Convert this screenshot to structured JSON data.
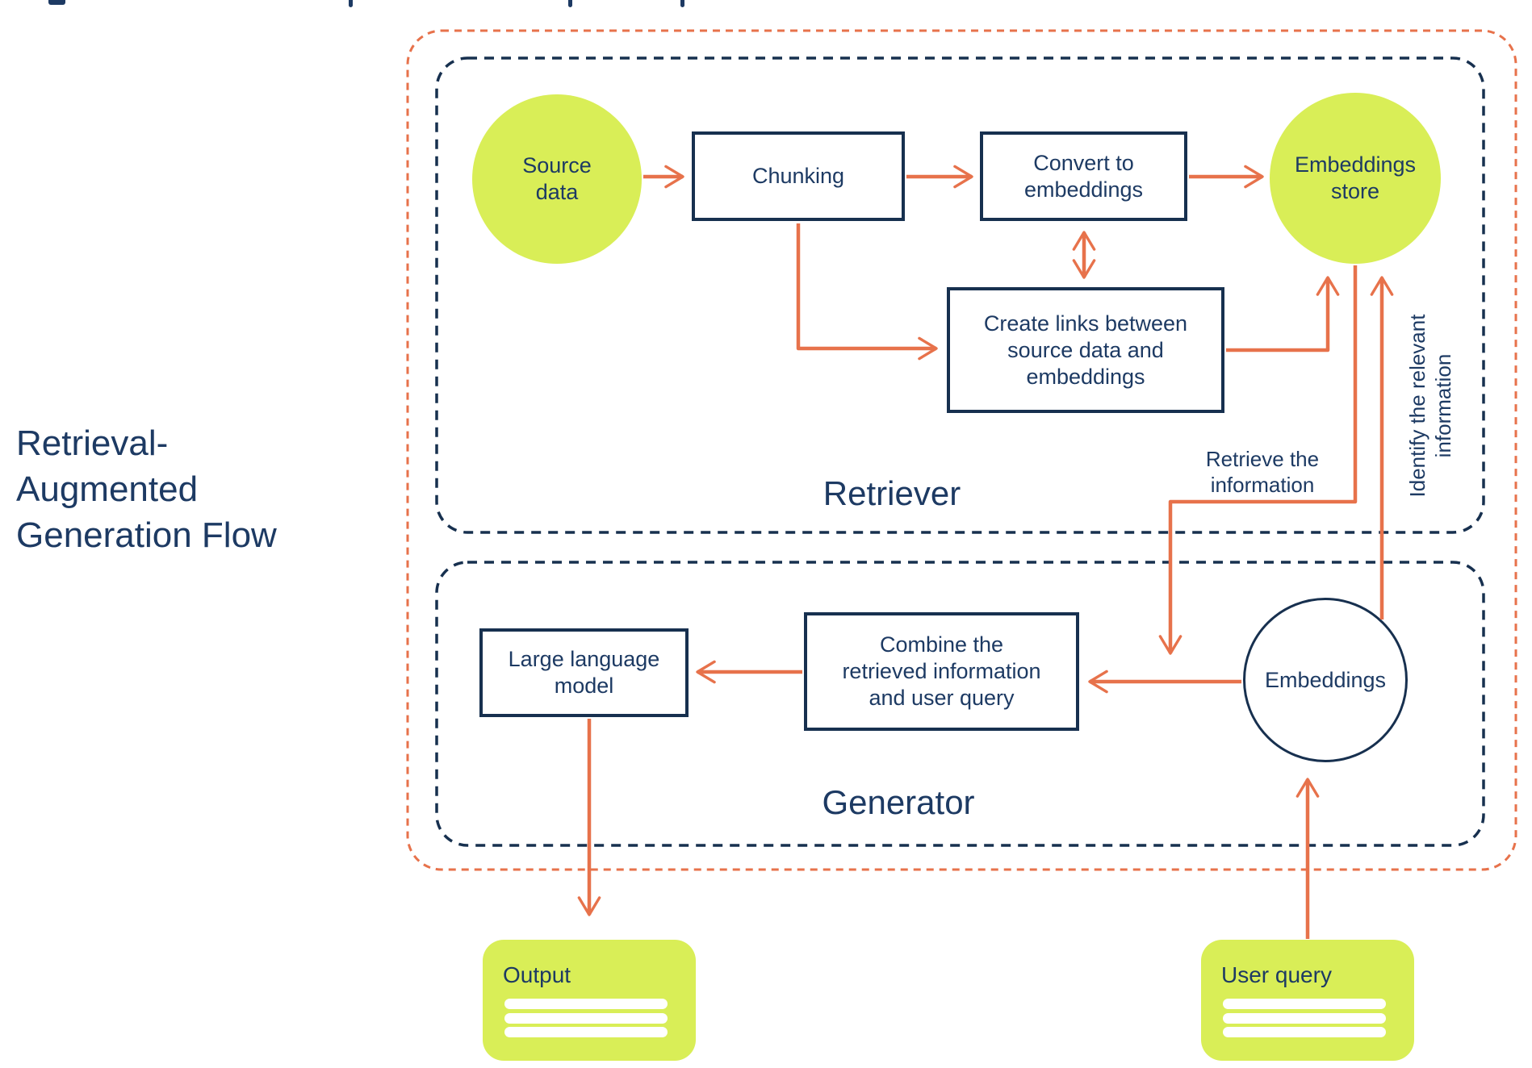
{
  "figure": {
    "title": "Retrieval-\nAugmented\nGeneration Flow"
  },
  "sections": {
    "retriever": {
      "label": "Retriever"
    },
    "generator": {
      "label": "Generator"
    }
  },
  "nodes": {
    "source_data": {
      "label": "Source\ndata",
      "shape": "circle",
      "fill": "green"
    },
    "chunking": {
      "label": "Chunking",
      "shape": "rect",
      "fill": "white"
    },
    "convert_to_embeddings": {
      "label": "Convert to\nembeddings",
      "shape": "rect",
      "fill": "white"
    },
    "embeddings_store": {
      "label": "Embeddings\nstore",
      "shape": "circle",
      "fill": "green"
    },
    "create_links": {
      "label": "Create links between\nsource data and\nembeddings",
      "shape": "rect",
      "fill": "white"
    },
    "large_language_model": {
      "label": "Large language\nmodel",
      "shape": "rect",
      "fill": "white"
    },
    "combine": {
      "label": "Combine the\nretrieved information\nand user query",
      "shape": "rect",
      "fill": "white"
    },
    "embeddings": {
      "label": "Embeddings",
      "shape": "circle",
      "fill": "white"
    },
    "output": {
      "label": "Output",
      "shape": "card",
      "fill": "green",
      "placeholder_lines": 3
    },
    "user_query": {
      "label": "User query",
      "shape": "card",
      "fill": "green",
      "placeholder_lines": 3
    }
  },
  "annotations": {
    "retrieve_the_information": {
      "label": "Retrieve the\ninformation"
    },
    "identify_the_relevant_information": {
      "label": "Identify the relevant\ninformation",
      "rotation_deg": -90
    }
  },
  "edges": [
    {
      "from": "source_data",
      "to": "chunking"
    },
    {
      "from": "chunking",
      "to": "convert_to_embeddings"
    },
    {
      "from": "convert_to_embeddings",
      "to": "embeddings_store"
    },
    {
      "from": "chunking",
      "to": "create_links"
    },
    {
      "from": "convert_to_embeddings",
      "to": "create_links",
      "bidirectional": true
    },
    {
      "from": "create_links",
      "to": "embeddings_store"
    },
    {
      "from": "embeddings_store",
      "to": "combine",
      "label": "Retrieve the information"
    },
    {
      "from": "embeddings",
      "to": "embeddings_store",
      "label": "Identify the relevant information"
    },
    {
      "from": "embeddings",
      "to": "combine"
    },
    {
      "from": "combine",
      "to": "large_language_model"
    },
    {
      "from": "large_language_model",
      "to": "output"
    },
    {
      "from": "user_query",
      "to": "embeddings"
    }
  ],
  "theme": {
    "navy": "#1d3a63",
    "navy_border": "#17304f",
    "orange": "#e7724b",
    "green": "#d9ee57",
    "background": "#ffffff"
  }
}
